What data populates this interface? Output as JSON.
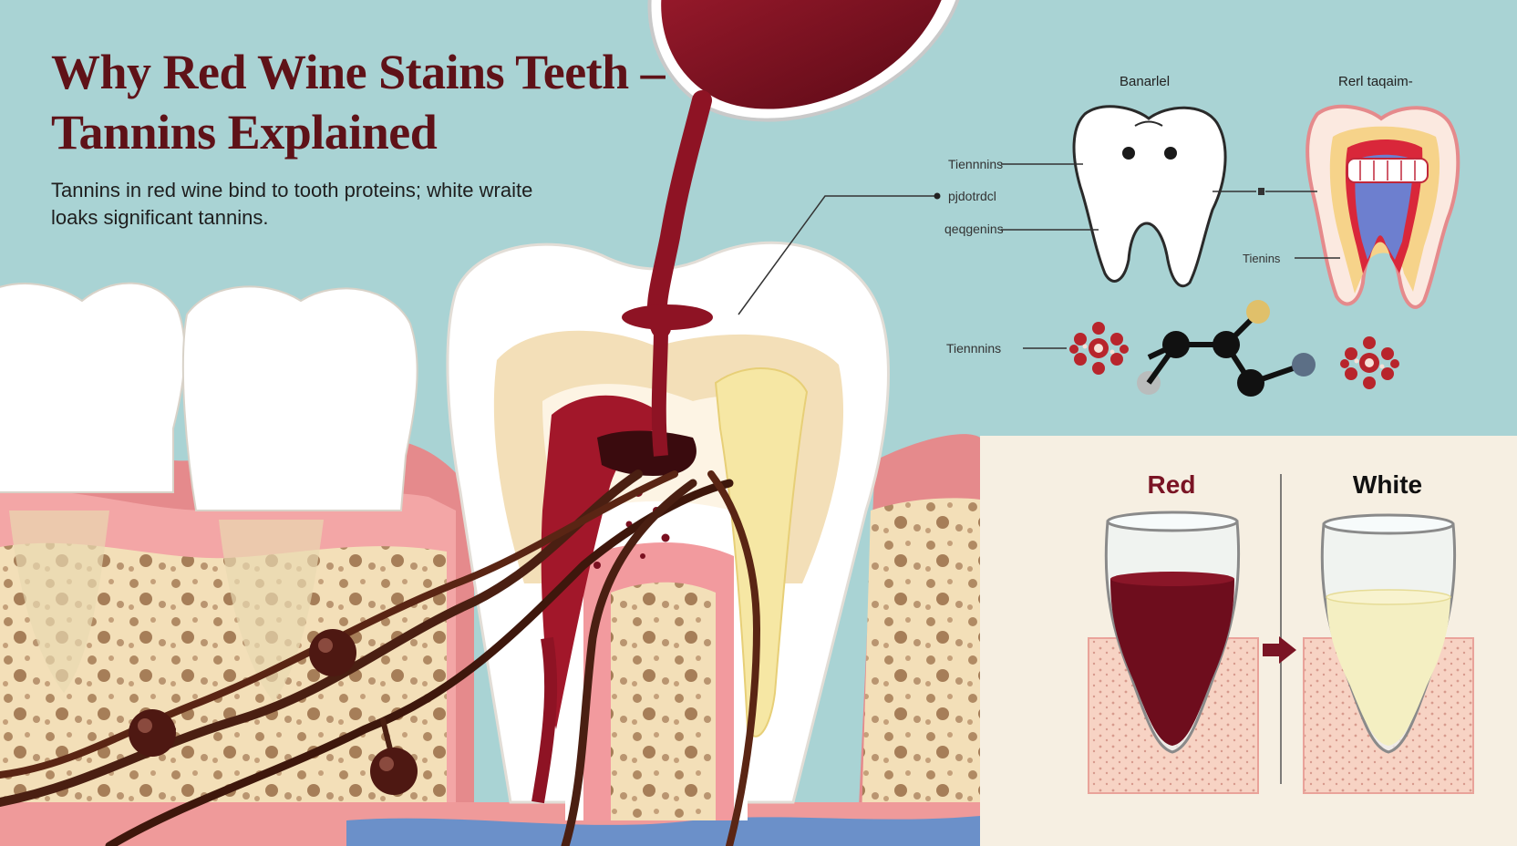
{
  "title": "Why Red Wine Stains Teeth – Tannins Explained",
  "subtitle": "Tannins in red wine bind to tooth proteins; white wraite loaks significant tannins.",
  "diagram": {
    "top_left_heading": "Banarlel",
    "top_right_heading": "Rerl taqaim-",
    "labels": {
      "tannins_1": "Tiennnins",
      "pellicle": "pjdotrdcl",
      "collagens": "qeqgenins",
      "tannins_right": "Tienins",
      "tannins_molecule": "Tiennnins"
    }
  },
  "comparison": {
    "red_label": "Red",
    "white_label": "White",
    "colors": {
      "red_wine": "#6e0d1d",
      "white_wine": "#f4efc2",
      "red_label": "#7a1424",
      "white_label": "#111111"
    }
  },
  "palette": {
    "background": "#a9d3d4",
    "gum": "#e58a8c",
    "bone": "#f3dfb8",
    "enamel": "#ffffff",
    "wine": "#7c1020",
    "tannin_strand": "#4a1f12",
    "panel": "#f6efe2"
  }
}
